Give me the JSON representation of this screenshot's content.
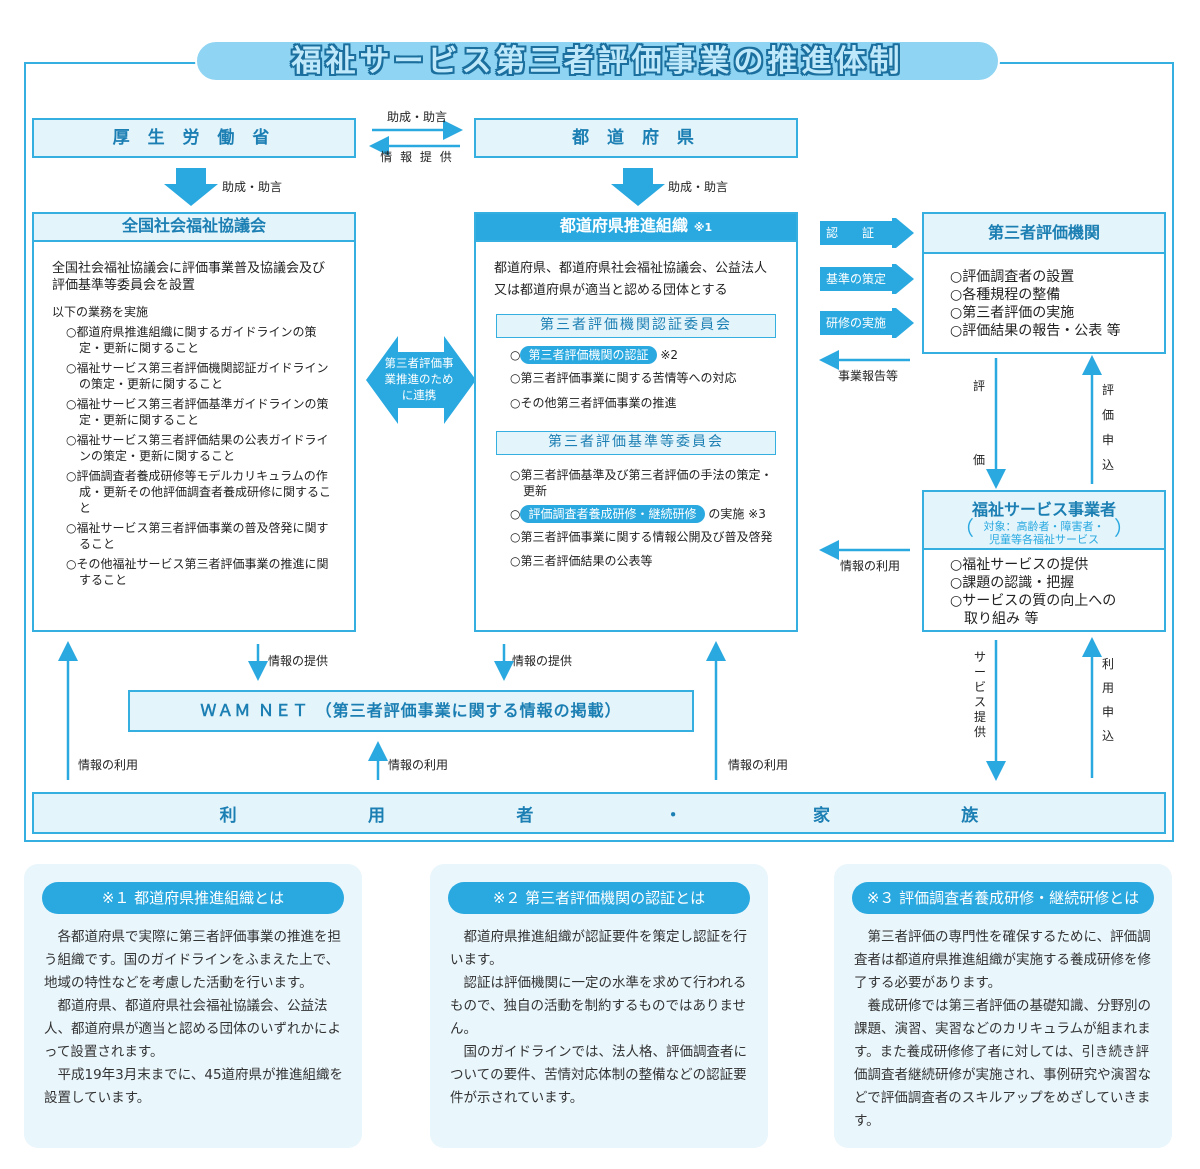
{
  "title": "福祉サービス第三者評価事業の推進体制",
  "mhlw": "厚 生 労 働 省",
  "prefecture": "都 道 府 県",
  "link_top": {
    "upper": "助成・助言",
    "lower": "情 報 提 供"
  },
  "support_left": "助成・助言",
  "support_right": "助成・助言",
  "zenshakyo": {
    "title": "全国社会福祉協議会",
    "desc": "全国社会福祉協議会に評価事業普及協議会及び評価基準等委員会を設置",
    "intro": "以下の業務を実施",
    "items": [
      "○都道府県推進組織に関するガイドラインの策定・更新に関すること",
      "○福祉サービス第三者評価機関認証ガイドラインの策定・更新に関すること",
      "○福祉サービス第三者評価基準ガイドラインの策定・更新に関すること",
      "○福祉サービス第三者評価結果の公表ガイドラインの策定・更新に関すること",
      "○評価調査者養成研修等モデルカリキュラムの作成・更新その他評価調査者養成研修に関すること",
      "○福祉サービス第三者評価事業の普及啓発に関すること",
      "○その他福祉サービス第三者評価事業の推進に関すること"
    ]
  },
  "cooperation": "第三者評価事業推進のために連携",
  "promo": {
    "title": "都道府県推進組織",
    "note": "※1",
    "desc": "都道府県、都道府県社会福祉協議会、公益法人又は都道府県が適当と認める団体とする",
    "committee1": {
      "title": "第三者評価機関認証委員会",
      "item1_prefix": "○",
      "item1_pill": "第三者評価機関の認証",
      "item1_note": "※2",
      "item2": "○第三者評価事業に関する苦情等への対応",
      "item3": "○その他第三者評価事業の推進"
    },
    "committee2": {
      "title": "第三者評価基準等委員会",
      "item1": "○第三者評価基準及び第三者評価の手法の策定・更新",
      "item2_prefix": "○",
      "item2_pill": "評価調査者養成研修・継続研修",
      "item2_suffix": "の実施",
      "item2_note": "※3",
      "item3": "○第三者評価事業に関する情報公開及び普及啓発",
      "item4": "○第三者評価結果の公表等"
    }
  },
  "tags": {
    "cert": "認　　証",
    "standards": "基準の策定",
    "training": "研修の実施",
    "report": "事業報告等"
  },
  "agency": {
    "title": "第三者評価機関",
    "items": [
      "○評価調査者の設置",
      "○各種規程の整備",
      "○第三者評価の実施",
      "○評価結果の報告・公表 等"
    ]
  },
  "eval_down": [
    "評",
    "価"
  ],
  "eval_up": [
    "評",
    "価",
    "申",
    "込"
  ],
  "provider": {
    "title": "福祉サービス事業者",
    "target1": "対象：高齢者・障害者・",
    "target2": "児童等各福祉サービス",
    "paren_l": "（",
    "paren_r": "）",
    "items": [
      "○福祉サービスの提供",
      "○課題の認識・把握",
      "○サービスの質の向上への",
      "　取り組み 等"
    ]
  },
  "info_use": "情報の利用",
  "info_provide": "情報の提供",
  "wamnet": "ＷＡＭ ＮＥＴ （第三者評価事業に関する情報の掲載）",
  "service_provide": [
    "サ",
    "ー",
    "ビ",
    "ス",
    "提",
    "供"
  ],
  "use_apply": [
    "利",
    "用",
    "申",
    "込"
  ],
  "users": [
    "利",
    "用",
    "者",
    "・",
    "家",
    "族"
  ],
  "notes": [
    {
      "title": "※１ 都道府県推進組織とは",
      "paras": [
        "各都道府県で実際に第三者評価事業の推進を担う組織です。国のガイドラインをふまえた上で、地域の特性などを考慮した活動を行います。",
        "都道府県、都道府県社会福祉協議会、公益法人、都道府県が適当と認める団体のいずれかによって設置されます。",
        "平成19年3月末までに、45道府県が推進組織を設置しています。"
      ]
    },
    {
      "title": "※２ 第三者評価機関の認証とは",
      "paras": [
        "都道府県推進組織が認証要件を策定し認証を行います。",
        "認証は評価機関に一定の水準を求めて行われるもので、独自の活動を制約するものではありません。",
        "国のガイドラインでは、法人格、評価調査者についての要件、苦情対応体制の整備などの認証要件が示されています。"
      ]
    },
    {
      "title": "※３ 評価調査者養成研修・継続研修とは",
      "paras": [
        "第三者評価の専門性を確保するために、評価調査者は都道府県推進組織が実施する養成研修を修了する必要があります。",
        "養成研修では第三者評価の基礎知識、分野別の課題、演習、実習などのカリキュラムが組まれます。また養成研修修了者に対しては、引き続き評価調査者継続研修が実施され、事例研究や演習などで評価調査者のスキルアップをめざしていきます。"
      ]
    }
  ]
}
